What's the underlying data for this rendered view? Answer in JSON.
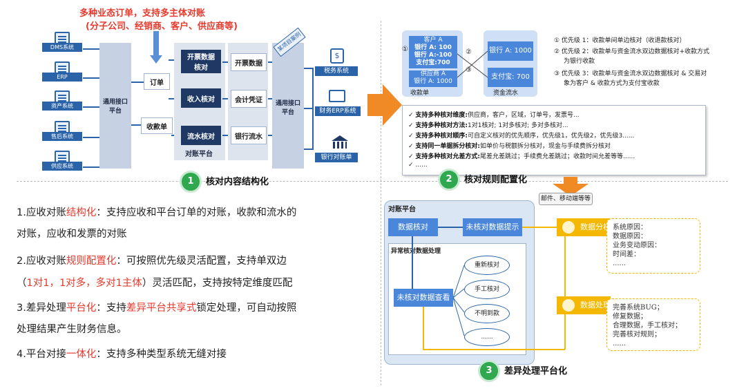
{
  "top_note": {
    "line1": "多种业态订单，支持多主体对账",
    "line2": "(分子公司、经销商、客户、供应商等)"
  },
  "systems": [
    "DMS系统",
    "ERP",
    "资产系统",
    "售后系统",
    "供应系统"
  ],
  "left_diagram": {
    "platform_left": "通用接口平台",
    "order": "订单",
    "receipt": "收款单",
    "invoice_check": "开票数据核对",
    "revenue_check": "收入核对",
    "flow_check": "流水核对",
    "recon_platform": "对账平台",
    "invoice_data": "开票数据",
    "accounting_voucher": "会计凭证",
    "bank_flow": "银行流水",
    "platform_right": "通用接口平台",
    "stamp": "某项目案例",
    "targets": [
      "税务系统",
      "财务ERP系统",
      "银行对账单"
    ]
  },
  "sections": [
    {
      "num": "1",
      "title": "核对内容结构化"
    },
    {
      "num": "2",
      "title": "核对规则配置化"
    },
    {
      "num": "3",
      "title": "差异处理平台化"
    }
  ],
  "points": [
    {
      "pre": "1.应收对账",
      "hl": "结构化",
      "post": "：支持应收和平台订单的对账，收款和流水的"
    },
    {
      "pre": "对账，应收和发票的对账",
      "hl": "",
      "post": ""
    },
    {
      "pre": "2.应收对账",
      "hl": "规则配置化",
      "post": "：可按照优先级灵活配置，支持单双边"
    },
    {
      "pre": "（",
      "hl": "1对1，1对多，多对1主体",
      "post": "）灵活匹配，支持按特定维度匹配"
    },
    {
      "pre": "3.差异处理",
      "hl": "平台化",
      "post": "：支持差异平台共享式锁定处理，可自动按照",
      "hl2": "差异平台共享式"
    },
    {
      "pre": "处理结果产生财务信息。",
      "hl": "",
      "post": ""
    },
    {
      "pre": "4.平台对接",
      "hl": "一体化",
      "post": "：支持多种类型系统无缝对接"
    }
  ],
  "match_diagram": {
    "customer": [
      "客户 A",
      "银行 A: 100",
      "银行 A:-100",
      "支付宝:700"
    ],
    "supplier": [
      "供应商 A",
      "银行 A: 1000"
    ],
    "receipt_label": "收款单",
    "bank": "银行 A: 1000",
    "alipay": "支付宝: 700",
    "flow_label": "资金流水",
    "markers": [
      "①",
      "②",
      "③"
    ]
  },
  "priorities": [
    "① 优先级 1：收款单间单边核对（收退款核对）",
    "② 优先级  2：收款单与资金流水双边数据核对+收款方式",
    "为银行收款",
    "③ 优先级 3：收款单与资金流水双边数据核对 & 交易对",
    "象为客户 & 收款方式为支付宝收款"
  ],
  "checklist": [
    {
      "b": "支持多种核对维度:",
      "t": "供应商，客户，区域，订单号，发票号..."
    },
    {
      "b": "支持多种核对方法:",
      "t": "1对1核对; 1对多核对; 多对多核对..."
    },
    {
      "b": "支持多种核对顺序:",
      "t": "可自定义核对的优先顺序，优先级1，优先级2，优先级3......"
    },
    {
      "b": "支持同一单据拆分核对:",
      "t": "如单价与税额拆分核对，现金与手续费拆分核对"
    },
    {
      "b": "支持多种核对允差方式:",
      "t": "尾差允差跳过；手续费允差跳过；收款时间允差等等......"
    },
    {
      "b": "......",
      "t": ""
    }
  ],
  "exception": {
    "platform": "对账平台",
    "data_check": "数据核对",
    "unmatched_prompt": "未核对数据提示",
    "mail_note": "邮件、移动端等等",
    "section": "异常核对数据处理",
    "unmatched_view": "未核对数据查看",
    "options": [
      "重新核对",
      "手工核对",
      "不明到款",
      "......"
    ],
    "analysis": "数据分析",
    "processing": "数据处理",
    "analysis_lines": [
      "系统原因：",
      "数据原因：",
      "业务变动原因：",
      "时间差：",
      "......"
    ],
    "processing_lines": [
      "完善系统BUG；",
      "修复数据；",
      "合理数据，手工核对；",
      "完善核对规则；",
      "......"
    ]
  },
  "colors": {
    "blue": "#2b63a8",
    "navy": "#1f3864",
    "green": "#2fa84f",
    "orange": "#f08a24",
    "red": "#e53a2e",
    "yellow": "#f5b800"
  }
}
